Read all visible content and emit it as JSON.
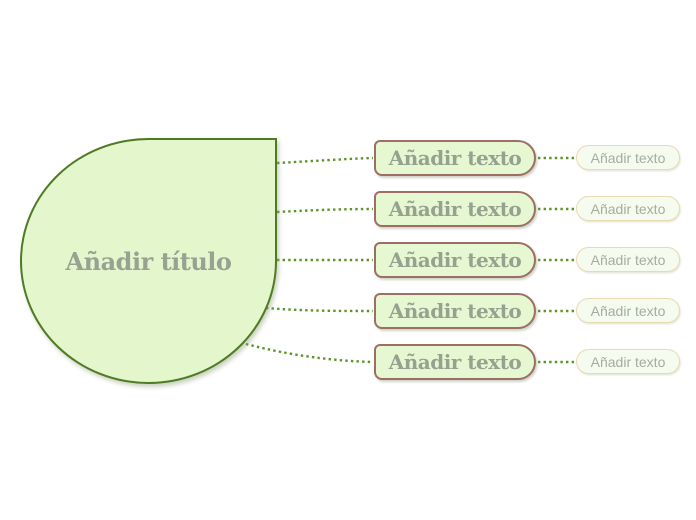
{
  "canvas": {
    "background": "#ffffff"
  },
  "mindmap": {
    "root": {
      "label": "Añadir título"
    },
    "branches": [
      {
        "label": "Añadir texto",
        "child": {
          "label": "Añadir texto"
        }
      },
      {
        "label": "Añadir texto",
        "child": {
          "label": "Añadir texto"
        }
      },
      {
        "label": "Añadir texto",
        "child": {
          "label": "Añadir texto"
        }
      },
      {
        "label": "Añadir texto",
        "child": {
          "label": "Añadir texto"
        }
      },
      {
        "label": "Añadir texto",
        "child": {
          "label": "Añadir texto"
        }
      }
    ],
    "colors": {
      "root_fill": "#e3f6cc",
      "root_border": "#4e7b23",
      "branch_fill": "#e6f8d2",
      "branch_border": "#9d6f64",
      "child_fill": "#f5fbee",
      "child_border": "#e9dab2",
      "connector": "#5d9427",
      "root_text": "#97a292",
      "branch_text": "#96a28f",
      "child_text": "#a5ad9f"
    }
  }
}
